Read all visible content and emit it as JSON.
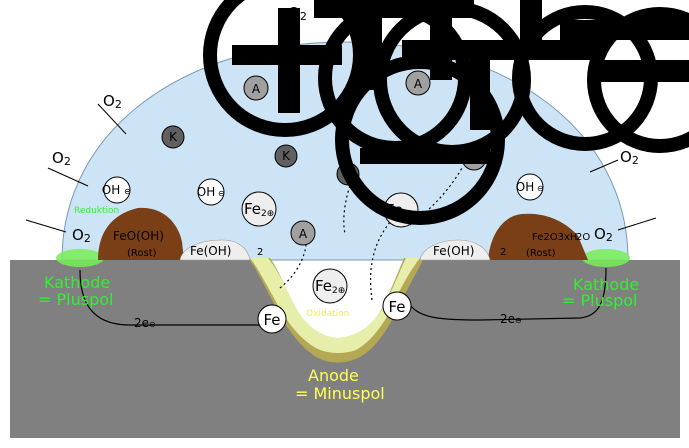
{
  "labels": {
    "o2": "O",
    "o2_sub": "2",
    "kathode": "Kathode",
    "pluspol": "= Pluspol",
    "anode": "Anode",
    "minuspol": "= Minuspol",
    "reduktion": "Reduktion",
    "oxidation": "Oxidation",
    "electrons": "2e",
    "feooh": "FeO(OH)",
    "rost": "(Rost)",
    "feoh": "Fe(OH)",
    "feoh_sub": "2",
    "fe2o3": "Fe2O3xH",
    "fe2o3_sub": "2O",
    "fe": "Fe",
    "fe2_ion": "Fe",
    "fe2_charge": "2⊕",
    "oh_ion": "OH",
    "oh_charge": "⊖",
    "cation": "K",
    "anion": "A",
    "minus_sign": "⊖"
  },
  "colors": {
    "droplet": "#cce4f5",
    "metal": "#808080",
    "rust": "#7a3f16",
    "cathode_zone": "#77ee55",
    "anode_outer": "#b5a855",
    "anode_inner": "#e6eeaa",
    "ion_dark": "#606060",
    "ion_medium": "#a0a0a0"
  }
}
